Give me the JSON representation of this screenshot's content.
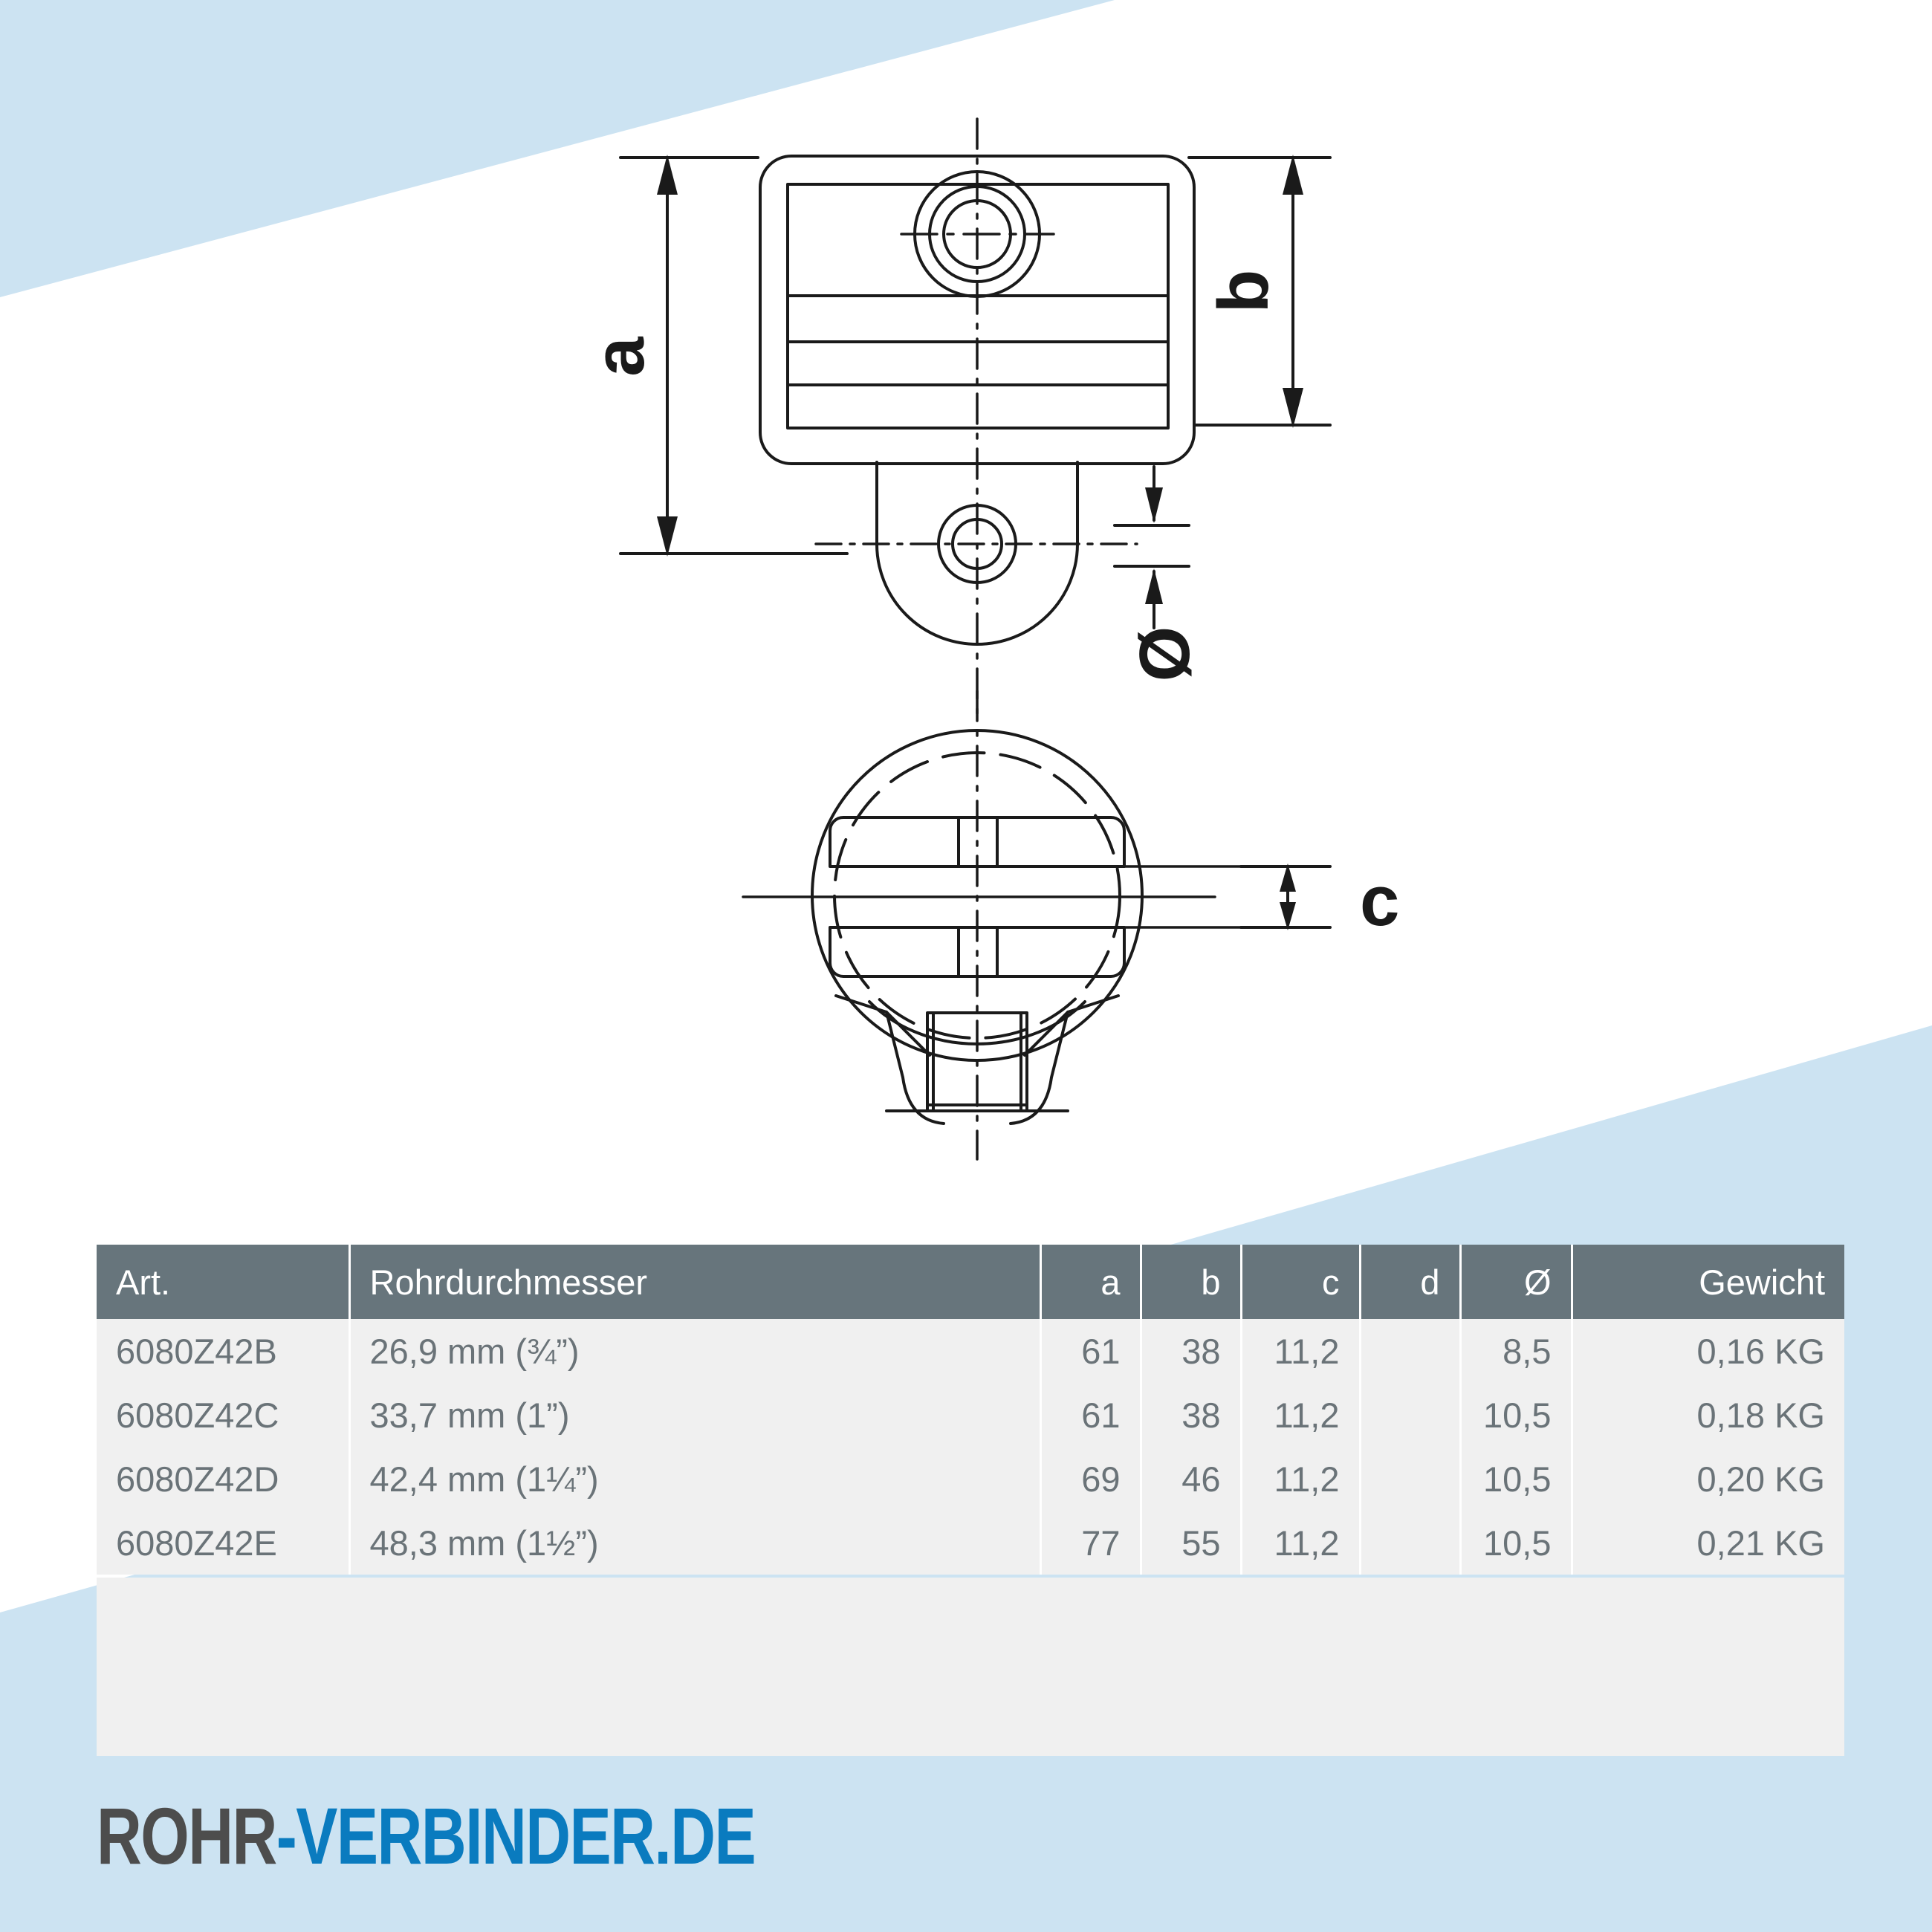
{
  "brand": {
    "logo_part1": "ROHR",
    "logo_part2": "-VERBINDER.DE",
    "color_accent": "#0a7bbf",
    "color_dark": "#4d4d4d",
    "color_pale_blue": "#cce3f2",
    "color_header": "#67757c",
    "color_row": "#f0f0f0"
  },
  "drawing": {
    "title": "technical-drawing-pipe-connector",
    "dimension_labels": {
      "a": "a",
      "b": "b",
      "c": "c",
      "diameter": "Ø"
    },
    "views": [
      {
        "name": "front-view",
        "note": "square clamp body with boss and swivel tang"
      },
      {
        "name": "bottom-view",
        "note": "round plan with twin slots and hex socket"
      }
    ]
  },
  "table": {
    "headers": [
      {
        "key": "art",
        "label": "Art.",
        "align": "left"
      },
      {
        "key": "dia",
        "label": "Rohrdurchmesser",
        "align": "left"
      },
      {
        "key": "a",
        "label": "a",
        "align": "right"
      },
      {
        "key": "b",
        "label": "b",
        "align": "right"
      },
      {
        "key": "c",
        "label": "c",
        "align": "right"
      },
      {
        "key": "d",
        "label": "d",
        "align": "right"
      },
      {
        "key": "o",
        "label": "Ø",
        "align": "right"
      },
      {
        "key": "w",
        "label": "Gewicht",
        "align": "right"
      }
    ],
    "rows": [
      {
        "art": "6080Z42B",
        "dia": "26,9 mm (¾”)",
        "a": "61",
        "b": "38",
        "c": "11,2",
        "d": "",
        "o": "8,5",
        "w": "0,16 KG"
      },
      {
        "art": "6080Z42C",
        "dia": "33,7 mm (1”)",
        "a": "61",
        "b": "38",
        "c": "11,2",
        "d": "",
        "o": "10,5",
        "w": "0,18 KG"
      },
      {
        "art": "6080Z42D",
        "dia": "42,4 mm (1¼”)",
        "a": "69",
        "b": "46",
        "c": "11,2",
        "d": "",
        "o": "10,5",
        "w": "0,20 KG"
      },
      {
        "art": "6080Z42E",
        "dia": "48,3 mm (1½”)",
        "a": "77",
        "b": "55",
        "c": "11,2",
        "d": "",
        "o": "10,5",
        "w": "0,21 KG"
      }
    ]
  }
}
